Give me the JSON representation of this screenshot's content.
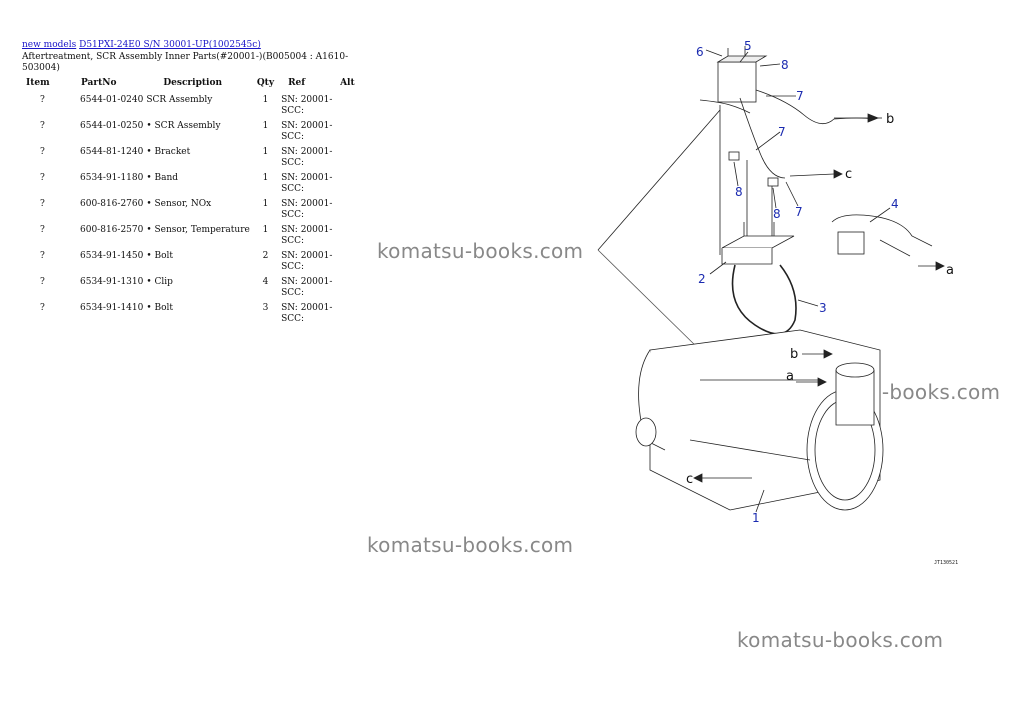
{
  "breadcrumb": {
    "link1": "new models",
    "link2": "D51PXI-24E0 S/N 30001-UP(1002545c)"
  },
  "subtitle": "Aftertreatment, SCR Assembly Inner Parts(#20001-)(B005004 : A1610-503004)",
  "table": {
    "headers": [
      "Item",
      "PartNo",
      "Description",
      "Qty",
      "Ref",
      "Alt"
    ],
    "rows": [
      {
        "item": "?",
        "partno": "6544-01-0240",
        "description": "SCR Assembly",
        "qty": "1",
        "ref": "SN: 20001-SCC:"
      },
      {
        "item": "?",
        "partno": "6544-01-0250",
        "description": "• SCR Assembly",
        "qty": "1",
        "ref": "SN: 20001-SCC:"
      },
      {
        "item": "?",
        "partno": "6544-81-1240",
        "description": "• Bracket",
        "qty": "1",
        "ref": "SN: 20001-SCC:"
      },
      {
        "item": "?",
        "partno": "6534-91-1180",
        "description": "• Band",
        "qty": "1",
        "ref": "SN: 20001-SCC:"
      },
      {
        "item": "?",
        "partno": "600-816-2760",
        "description": "• Sensor, NOx",
        "qty": "1",
        "ref": "SN: 20001-SCC:"
      },
      {
        "item": "?",
        "partno": "600-816-2570",
        "description": "• Sensor, Temperature",
        "qty": "1",
        "ref": "SN: 20001-SCC:"
      },
      {
        "item": "?",
        "partno": "6534-91-1450",
        "description": "• Bolt",
        "qty": "2",
        "ref": "SN: 20001-SCC:"
      },
      {
        "item": "?",
        "partno": "6534-91-1310",
        "description": "• Clip",
        "qty": "4",
        "ref": "SN: 20001-SCC:"
      },
      {
        "item": "?",
        "partno": "6534-91-1410",
        "description": "• Bolt",
        "qty": "3",
        "ref": "SN: 20001-SCC:"
      }
    ]
  },
  "watermark": "komatsu-books.com",
  "diagram": {
    "callouts": [
      "6",
      "5",
      "8",
      "7",
      "7",
      "8",
      "8",
      "7",
      "4",
      "2",
      "3",
      "1"
    ],
    "letters": [
      "b",
      "c",
      "a",
      "b",
      "a",
      "c"
    ],
    "code": "JT130521"
  }
}
